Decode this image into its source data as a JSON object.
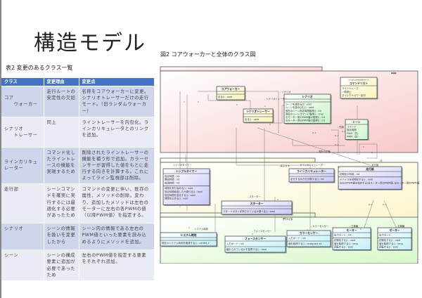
{
  "page": {
    "title": "構造モデル",
    "table_caption": "表2  変更のあるクラス一覧",
    "figure_caption": "図2  コアウォーカーと全体のクラス図"
  },
  "table": {
    "headers": [
      "クラス",
      "変更理由",
      "変更点"
    ],
    "rows": [
      {
        "cls": "コア\n　　ウォーカー",
        "reason": "走行ルートの安定性の欠如",
        "change": "名称をコアウォーカーに変更。シナリオトレーサーだけの走行モード。（旧ランダムウォーカー）"
      },
      {
        "cls": "シナリオ\n　　トレーサー",
        "reason": "同上",
        "change": "ライントレーサーを内包化。ラインカリキュレータとのリンクを追加。"
      },
      {
        "cls": "ラインカリキュレーター",
        "reason": "コマンド化したライントレースの機能を実現するため",
        "change": "削除されたライントレーサーの機能を補う形で追加。カラーセンサーが習得した値をもとに走行する向きを計算する。これによってライン監視部は削除。"
      },
      {
        "cls": "走行部",
        "reason": "シーンコマンドを確実に実行するには最適化する必要があったため",
        "change": "コマンドの変更に伴い、既存の属性、メソッドの削除。変わり、追加したメソッドは左右のモーターに左右の各PWMの値（以降PWM値）を指定する。"
      },
      {
        "cls": "シナリオ",
        "reason": "シーンの情報を扱いを変更したから",
        "change": "シーン内の情報である左右のPWM値といった要素を読み込めるようにメソッドを追加。"
      },
      {
        "cls": "シーン",
        "reason": "シーンの構成要素に追加が必要であったため",
        "change": "左右のPWM値を指定する要素をそれぞれ追加。"
      }
    ]
  },
  "diagram": {
    "packages": {
      "app": "app",
      "unit": "ユニット",
      "device": "デバイス"
    },
    "classes": {
      "core_walker": {
        "name": "コアウォーカー",
        "attrs": [],
        "ops": [
          "走る() : void"
        ]
      },
      "scenario_tracer": {
        "name": "シナリオトレーサー",
        "attrs": [],
        "ops": [
          "走る() : void"
        ]
      },
      "scenario": {
        "name": "シナリオ",
        "attrs": [],
        "ops": [
          "シーンを進める() : void",
          "シーンを読み込む() : void",
          "現在のシーン指定時間取得() : int",
          "現在のシーンコマンド取得() : char",
          "右モーター用のPWM値の取得() : int",
          "左モーター用のPWM値の取得() : int"
        ]
      },
      "command_list": {
        "stereotype": "<<enumeration>>",
        "name": "コマンドリスト",
        "attrs": [
          "ライントレース",
          "一時停止",
          "ダイレクトパワー走行"
        ],
        "ops": []
      },
      "scene": {
        "name": "シーン",
        "attrs": [
          "コマンド",
          "指定時間",
          "PWM（右）",
          "PWM（左）"
        ],
        "ops": []
      },
      "simple_timer": {
        "name": "シンプルタイマー",
        "attrs": [
          "指定時間 : int",
          "開始時間 : int",
          "経過時間 : int"
        ],
        "ops": [
          "時間を測り始める() : void",
          "指定時間経過したか調べる() : bool",
          "指定時間を設定する() : void",
          "時間を止める() : void"
        ]
      },
      "starter": {
        "name": "スターター",
        "attrs": [],
        "ops": [
          "スタートボタンが押されているか調べる() : bool"
        ]
      },
      "line_calc": {
        "name": "ラインカリキュレーター",
        "attrs": [],
        "ops": [
          "走行する向きを計算する() : int"
        ]
      },
      "drive": {
        "name": "走行部",
        "attrs": [
          "初期化の有無 : int"
        ],
        "ops": [
          "デバイスを初期化する() : void",
          "左右のPWM値を指定する(右モーター用のPWM値, 左モーター用のPWM値) : void"
        ]
      },
      "system_clock": {
        "name": "システム時刻",
        "attrs": [],
        "ops": [
          "現在のシステム時刻を取得する() : uint64_t"
        ]
      },
      "force_sensor": {
        "name": "フォースセンサー",
        "attrs": [
          "入力ポート : int"
        ],
        "ops": [
          "触れられているかを習得する() : bool"
        ]
      },
      "color_sensor": {
        "name": "カラーセンサー",
        "attrs": [
          "入力ポート : int"
        ],
        "ops": [
          "値を取得する() : unsigned int"
        ]
      },
      "motor_l": {
        "name": "モーター",
        "attrs": [
          "出力ポート : int"
        ],
        "ops": [
          "初期化する() : void",
          "値を取得する() : long",
          "回転する() : void"
        ]
      },
      "motor_r": {
        "name": "モーター",
        "attrs": [
          "出力ポート"
        ],
        "ops": [
          "初期化する() : void",
          "値を取得する() : long",
          "回転する() : void"
        ]
      }
    },
    "labels": {
      "scenario_role": "シナリオ",
      "tracer_role": "シナリオトレーサー",
      "current": "先頭",
      "next": "次",
      "current_pos": "現在の位置",
      "timer_role": "シナリオタイマー",
      "starter_role": "スターター",
      "line_calc_role": "ラインカリキュレーター",
      "drive_role": "走行部",
      "clock_role": "システム時刻",
      "force_role": "フォースセンサー",
      "color_role": "カラーセンサー",
      "left_wheel": "左車輪",
      "right_wheel": "右車輪",
      "m1": "1",
      "m01": "0..1"
    }
  }
}
